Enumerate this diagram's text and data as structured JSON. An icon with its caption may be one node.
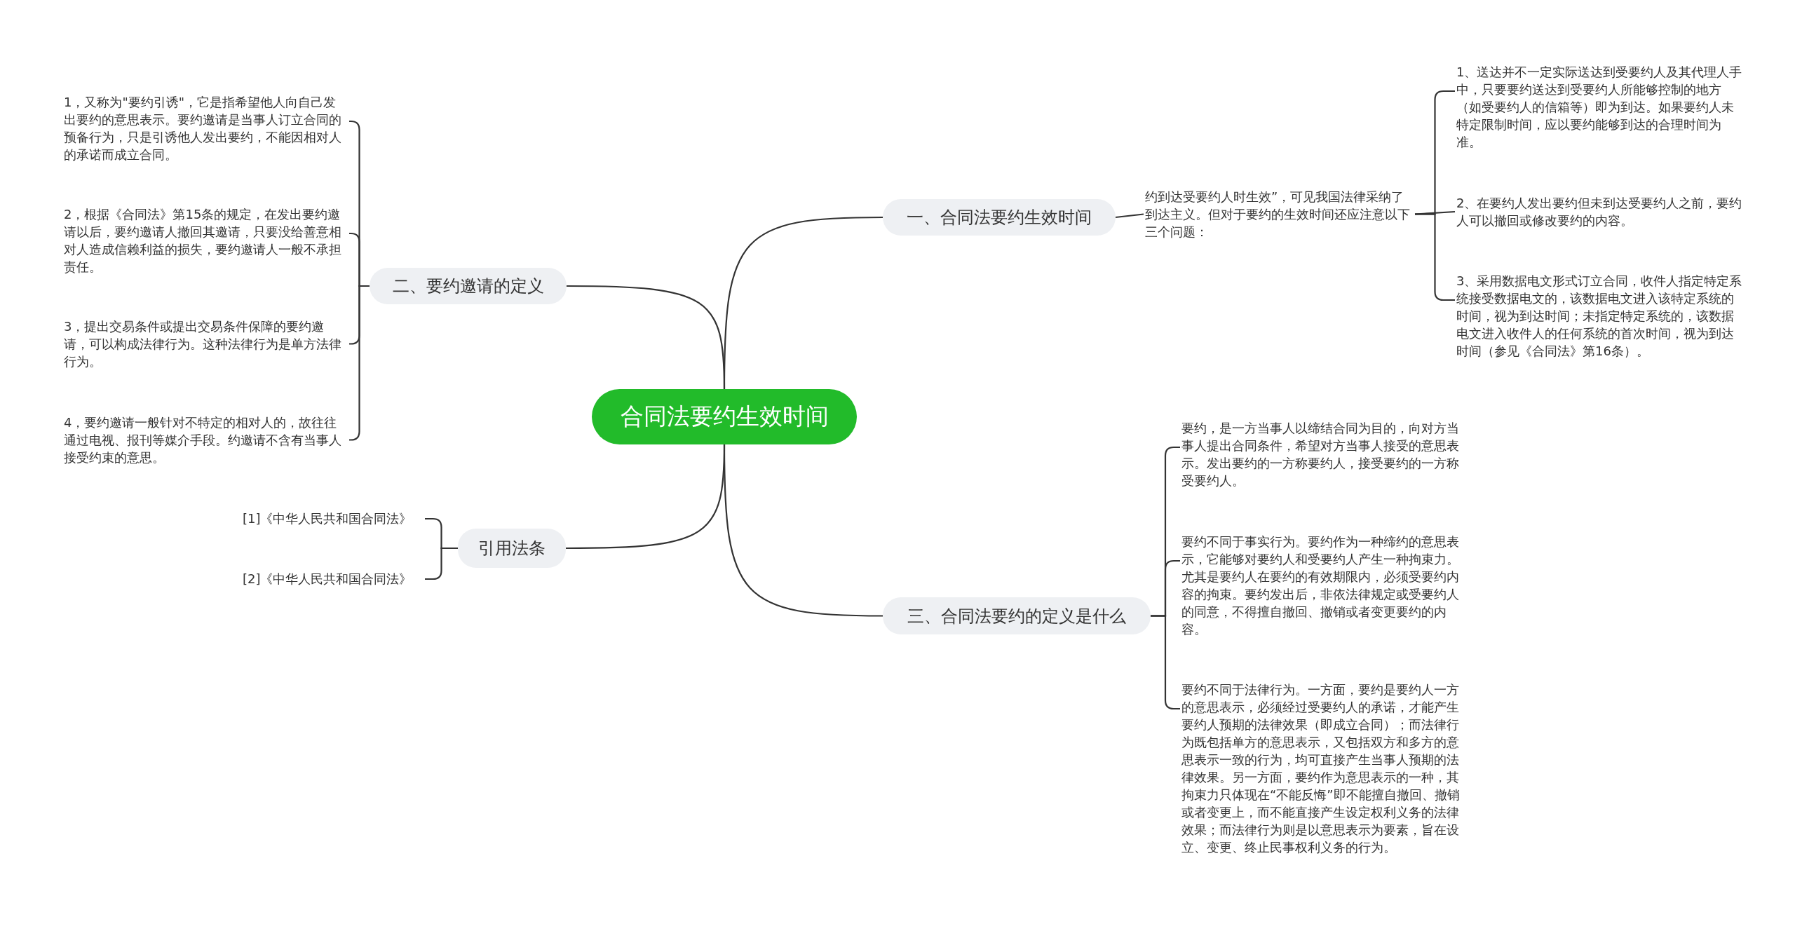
{
  "diagram": {
    "nodes": [
      {
        "text": [
          "合同法要约生效时间"
        ]
      },
      {
        "text": [
          "一、合同法要约生效时间"
        ]
      },
      {
        "text": [
          "约到达受要约人时生效”，可见我国法律采纳了到达主义。但对于要约的生效时间还应注意以下三个问题："
        ]
      },
      {
        "text": [
          "1、送达并不一定实际送达到受要约人及其代理人手中，只要要约送达到受要约人所能够控制的地方（如受要约人的信箱等）即为到达。如果要约人未特定限制时间，应以要约能够到达的合理时间为准。"
        ]
      },
      {
        "text": [
          "2、在要约人发出要约但未到达受要约人之前，要约人可以撤回或修改要约的内容。"
        ]
      },
      {
        "text": [
          "3、采用数据电文形式订立合同，收件人指定特定系统接受数据电文的，该数据电文进入该特定系统的时间，视为到达时间；未指定特定系统的，该数据电文进入收件人的任何系统的首次时间，视为到达时间（参见《合同法》第16条）。"
        ]
      },
      {
        "text": [
          "二、要约邀请的定义"
        ]
      },
      {
        "text": [
          "1，又称为\"要约引诱\"，它是指希望他人向自己发出要约的意思表示。要约邀请是当事人订立合同的预备行为，只是引诱他人发出要约，不能因相对人的承诺而成立合同。"
        ]
      },
      {
        "text": [
          "2，根据《合同法》第15条的规定，在发出要约邀请以后，要约邀请人撤回其邀请，只要没给善意相对人造成信赖利益的损失，要约邀请人一般不承担责任。"
        ]
      },
      {
        "text": [
          "3，提出交易条件或提出交易条件保障的要约邀请，可以构成法律行为。这种法律行为是单方法律行为。"
        ]
      },
      {
        "text": [
          "4，要约邀请一般针对不特定的相对人的，故往往通过电视、报刊等媒介手段。约邀请不含有当事人接受约束的意思。"
        ]
      },
      {
        "text": [
          "引用法条"
        ]
      },
      {
        "text": [
          "[1]《中华人民共和国合同法》"
        ]
      },
      {
        "text": [
          "[2]《中华人民共和国合同法》"
        ]
      },
      {
        "text": [
          "三、合同法要约的定义是什么"
        ]
      },
      {
        "text": [
          "要约，是一方当事人以缔结合同为目的，向对方当事人提出合同条件，希望对方当事人接受的意思表示。发出要约的一方称要约人，接受要约的一方称受要约人。"
        ]
      },
      {
        "text": [
          "要约不同于事实行为。要约作为一种缔约的意思表示，它能够对要约人和受要约人产生一种拘束力。尤其是要约人在要约的有效期限内，必须受要约内容的拘束。要约发出后，非依法律规定或受要约人的同意，不得擅自撤回、撤销或者变更要约的内容。"
        ]
      },
      {
        "text": [
          "要约不同于法律行为。一方面，要约是要约人一方的意思表示，必须经过受要约人的承诺，才能产生要约人预期的法律效果（即成立合同）；而法律行为既包括单方的意思表示，又包括双方和多方的意思表示一致的行为，均可直接产生当事人预期的法律效果。另一方面，要约作为意思表示的一种，其拘束力只体现在“不能反悔”即不能擅自撤回、撤销或者变更上，而不能直接产生设定权利义务的法律效果；而法律行为则是以意思表示为要素，旨在设立、变更、终止民事权利义务的行为。"
        ]
      }
    ],
    "edges": [
      {
        "from": 0,
        "to": 1,
        "arrow": "none"
      },
      {
        "from": 1,
        "to": 2,
        "arrow": "none"
      },
      {
        "from": 2,
        "to": 3,
        "arrow": "none"
      },
      {
        "from": 2,
        "to": 4,
        "arrow": "none"
      },
      {
        "from": 2,
        "to": 5,
        "arrow": "none"
      },
      {
        "from": 0,
        "to": 6,
        "arrow": "none"
      },
      {
        "from": 6,
        "to": 7,
        "arrow": "none"
      },
      {
        "from": 6,
        "to": 8,
        "arrow": "none"
      },
      {
        "from": 6,
        "to": 9,
        "arrow": "none"
      },
      {
        "from": 6,
        "to": 10,
        "arrow": "none"
      },
      {
        "from": 0,
        "to": 11,
        "arrow": "none"
      },
      {
        "from": 11,
        "to": 12,
        "arrow": "none"
      },
      {
        "from": 11,
        "to": 13,
        "arrow": "none"
      },
      {
        "from": 0,
        "to": 14,
        "arrow": "none"
      },
      {
        "from": 14,
        "to": 15,
        "arrow": "none"
      },
      {
        "from": 14,
        "to": 16,
        "arrow": "none"
      },
      {
        "from": 14,
        "to": 17,
        "arrow": "none"
      }
    ]
  }
}
